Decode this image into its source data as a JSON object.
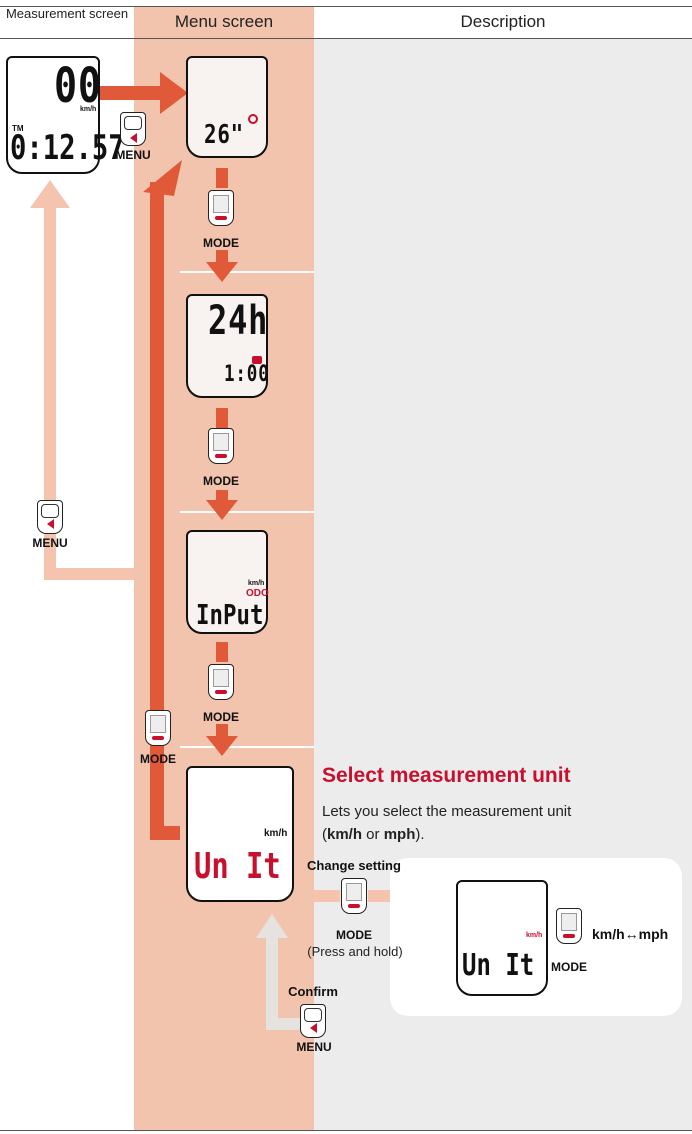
{
  "headers": {
    "measurement": "Measurement screen",
    "menu": "Menu screen",
    "description": "Description"
  },
  "measurement_display": {
    "speed": "00",
    "speed_unit": "km/h",
    "mode_tag": "TM",
    "time": "0:12.57"
  },
  "buttons": {
    "menu": "MENU",
    "mode": "MODE"
  },
  "menu_screens": [
    {
      "main": "26\"",
      "icon": "wheel-icon"
    },
    {
      "main": "24h",
      "sub": "1:00",
      "icon": "clock-icon"
    },
    {
      "unit": "km/h",
      "tag": "ODO",
      "main": "InPut"
    },
    {
      "unit": "km/h",
      "main": "Un It"
    }
  ],
  "description": {
    "title": "Select measurement unit",
    "body_prefix": "Lets you select the measurement unit",
    "body_open": "(",
    "unit_a": "km/h",
    "body_or": " or ",
    "unit_b": "mph",
    "body_close": ")."
  },
  "change_setting": {
    "label": "Change setting",
    "button": "MODE",
    "note": "(Press and hold)",
    "screen_unit": "km/h",
    "screen_main": "Un It",
    "toggle_button": "MODE",
    "toggle_text": "km/h↔mph"
  },
  "confirm": {
    "label": "Confirm",
    "button": "MENU"
  },
  "colors": {
    "accent_red": "#c8102e",
    "arrow_red": "#e05a3a",
    "arrow_light": "#f4c4ae",
    "menu_column": "#f2c3ad",
    "description_column": "#ececec"
  }
}
